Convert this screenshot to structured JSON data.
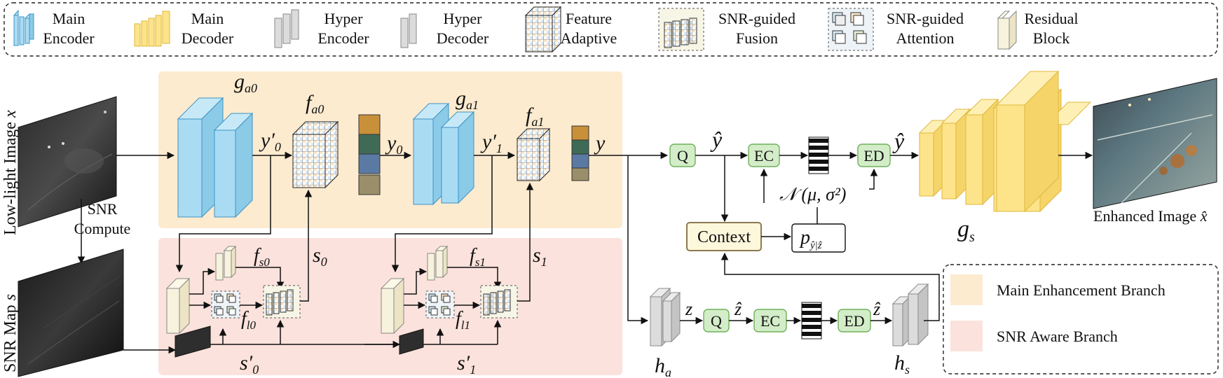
{
  "legend": {
    "main_encoder": [
      "Main",
      "Encoder"
    ],
    "main_decoder": [
      "Main",
      "Decoder"
    ],
    "hyper_encoder": [
      "Hyper",
      "Encoder"
    ],
    "hyper_decoder": [
      "Hyper",
      "Decoder"
    ],
    "feature_adaptive": [
      "Feature",
      "Adaptive"
    ],
    "snr_fusion": [
      "SNR-guided",
      "Fusion"
    ],
    "snr_attention": [
      "SNR-guided",
      "Attention"
    ],
    "residual_block": [
      "Residual",
      "Block"
    ]
  },
  "images": {
    "low_light_label": "Low-light Image",
    "low_light_var": "x",
    "snr_map_label": "SNR Map",
    "snr_map_var": "s",
    "snr_compute": [
      "SNR",
      "Compute"
    ],
    "enhanced_label": "Enhanced Image",
    "enhanced_var": "x̂"
  },
  "symbols": {
    "ga0": "g",
    "ga0_sub": "a0",
    "ga1": "g",
    "ga1_sub": "a1",
    "fa0": "f",
    "fa0_sub": "a0",
    "fa1": "f",
    "fa1_sub": "a1",
    "fs0": "f",
    "fs0_sub": "s0",
    "fs1": "f",
    "fs1_sub": "s1",
    "fl0": "f",
    "fl0_sub": "l0",
    "fl1": "f",
    "fl1_sub": "l1",
    "y0p": "y′",
    "y0p_sub": "0",
    "y0": "y",
    "y0_sub": "0",
    "y1p": "y′",
    "y1p_sub": "1",
    "y": "y",
    "s0": "s",
    "s0_sub": "0",
    "s1": "s",
    "s1_sub": "1",
    "s0p": "s′",
    "s0p_sub": "0",
    "s1p": "s′",
    "s1p_sub": "1",
    "yhat": "ŷ",
    "zhat": "ẑ",
    "z": "z",
    "gs": "g",
    "gs_sub": "s",
    "ha": "h",
    "ha_sub": "a",
    "hs": "h",
    "hs_sub": "s",
    "normal": "𝒩 (μ, σ²)",
    "prob": "p",
    "prob_sub": "ŷ|ẑ"
  },
  "blocks": {
    "q": "Q",
    "ec": "EC",
    "ed": "ED",
    "context": "Context"
  },
  "branch_legend": {
    "main": "Main Enhancement Branch",
    "snr": "SNR Aware Branch"
  },
  "colors": {
    "encoder": "#a9dcf3",
    "decoder": "#fde48a",
    "hyper": "#dcdcdc",
    "main_branch_bg": "#fdebd0",
    "snr_branch_bg": "#fbe2dc",
    "module_green": "#d4edc9",
    "context": "#fdf7dc",
    "residual": "#f7f2dc"
  }
}
